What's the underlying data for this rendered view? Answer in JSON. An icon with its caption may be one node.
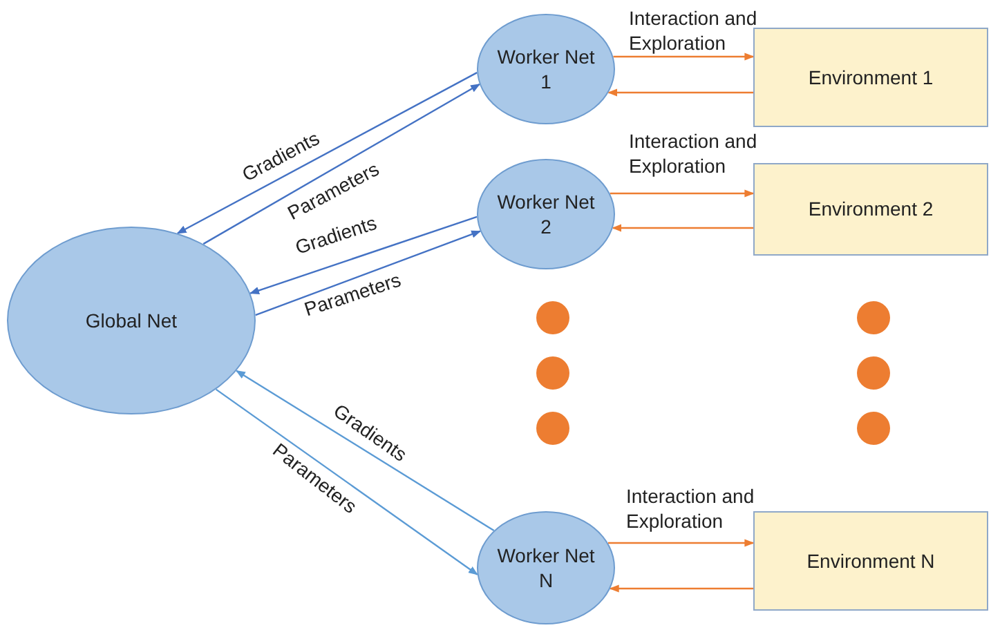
{
  "diagram": {
    "nodes": [
      {
        "text": [
          "Global Net"
        ]
      },
      {
        "text": [
          "Worker Net 1"
        ]
      },
      {
        "text": [
          "Environment 1"
        ]
      },
      {
        "text": [
          "Worker Net 2"
        ]
      },
      {
        "text": [
          "Environment 2"
        ]
      },
      {
        "text": [],
        "shape": "circle"
      },
      {
        "text": [],
        "shape": "circle"
      },
      {
        "text": [],
        "shape": "circle"
      },
      {
        "text": [],
        "shape": "circle"
      },
      {
        "text": [],
        "shape": "circle"
      },
      {
        "text": [],
        "shape": "circle"
      },
      {
        "text": [
          "Worker Net N"
        ]
      },
      {
        "text": [
          "Environment N"
        ]
      }
    ],
    "edges": [
      {
        "from": 1,
        "to": 0,
        "arrow": "to",
        "label": "Gradients",
        "color": "#4472c4"
      },
      {
        "from": 0,
        "to": 1,
        "arrow": "to",
        "label": "Parameters",
        "color": "#4472c4"
      },
      {
        "from": 1,
        "to": 2,
        "arrow": "to",
        "label": "Interaction and Exploration",
        "color": "#ed7d31"
      },
      {
        "from": 2,
        "to": 1,
        "arrow": "to",
        "color": "#ed7d31"
      },
      {
        "from": 3,
        "to": 0,
        "arrow": "to",
        "label": "Gradients",
        "color": "#4472c4"
      },
      {
        "from": 0,
        "to": 3,
        "arrow": "to",
        "label": "Parameters",
        "color": "#4472c4"
      },
      {
        "from": 3,
        "to": 4,
        "arrow": "to",
        "label": "Interaction and Exploration",
        "color": "#ed7d31"
      },
      {
        "from": 4,
        "to": 3,
        "arrow": "to",
        "color": "#ed7d31"
      },
      {
        "from": 11,
        "to": 0,
        "arrow": "to",
        "label": "Gradients",
        "color": "#5b9bd5"
      },
      {
        "from": 0,
        "to": 11,
        "arrow": "to",
        "label": "Parameters",
        "color": "#5b9bd5"
      },
      {
        "from": 11,
        "to": 12,
        "arrow": "to",
        "label": "Interaction and Exploration",
        "color": "#ed7d31"
      },
      {
        "from": 12,
        "to": 11,
        "arrow": "to",
        "color": "#ed7d31"
      }
    ]
  }
}
